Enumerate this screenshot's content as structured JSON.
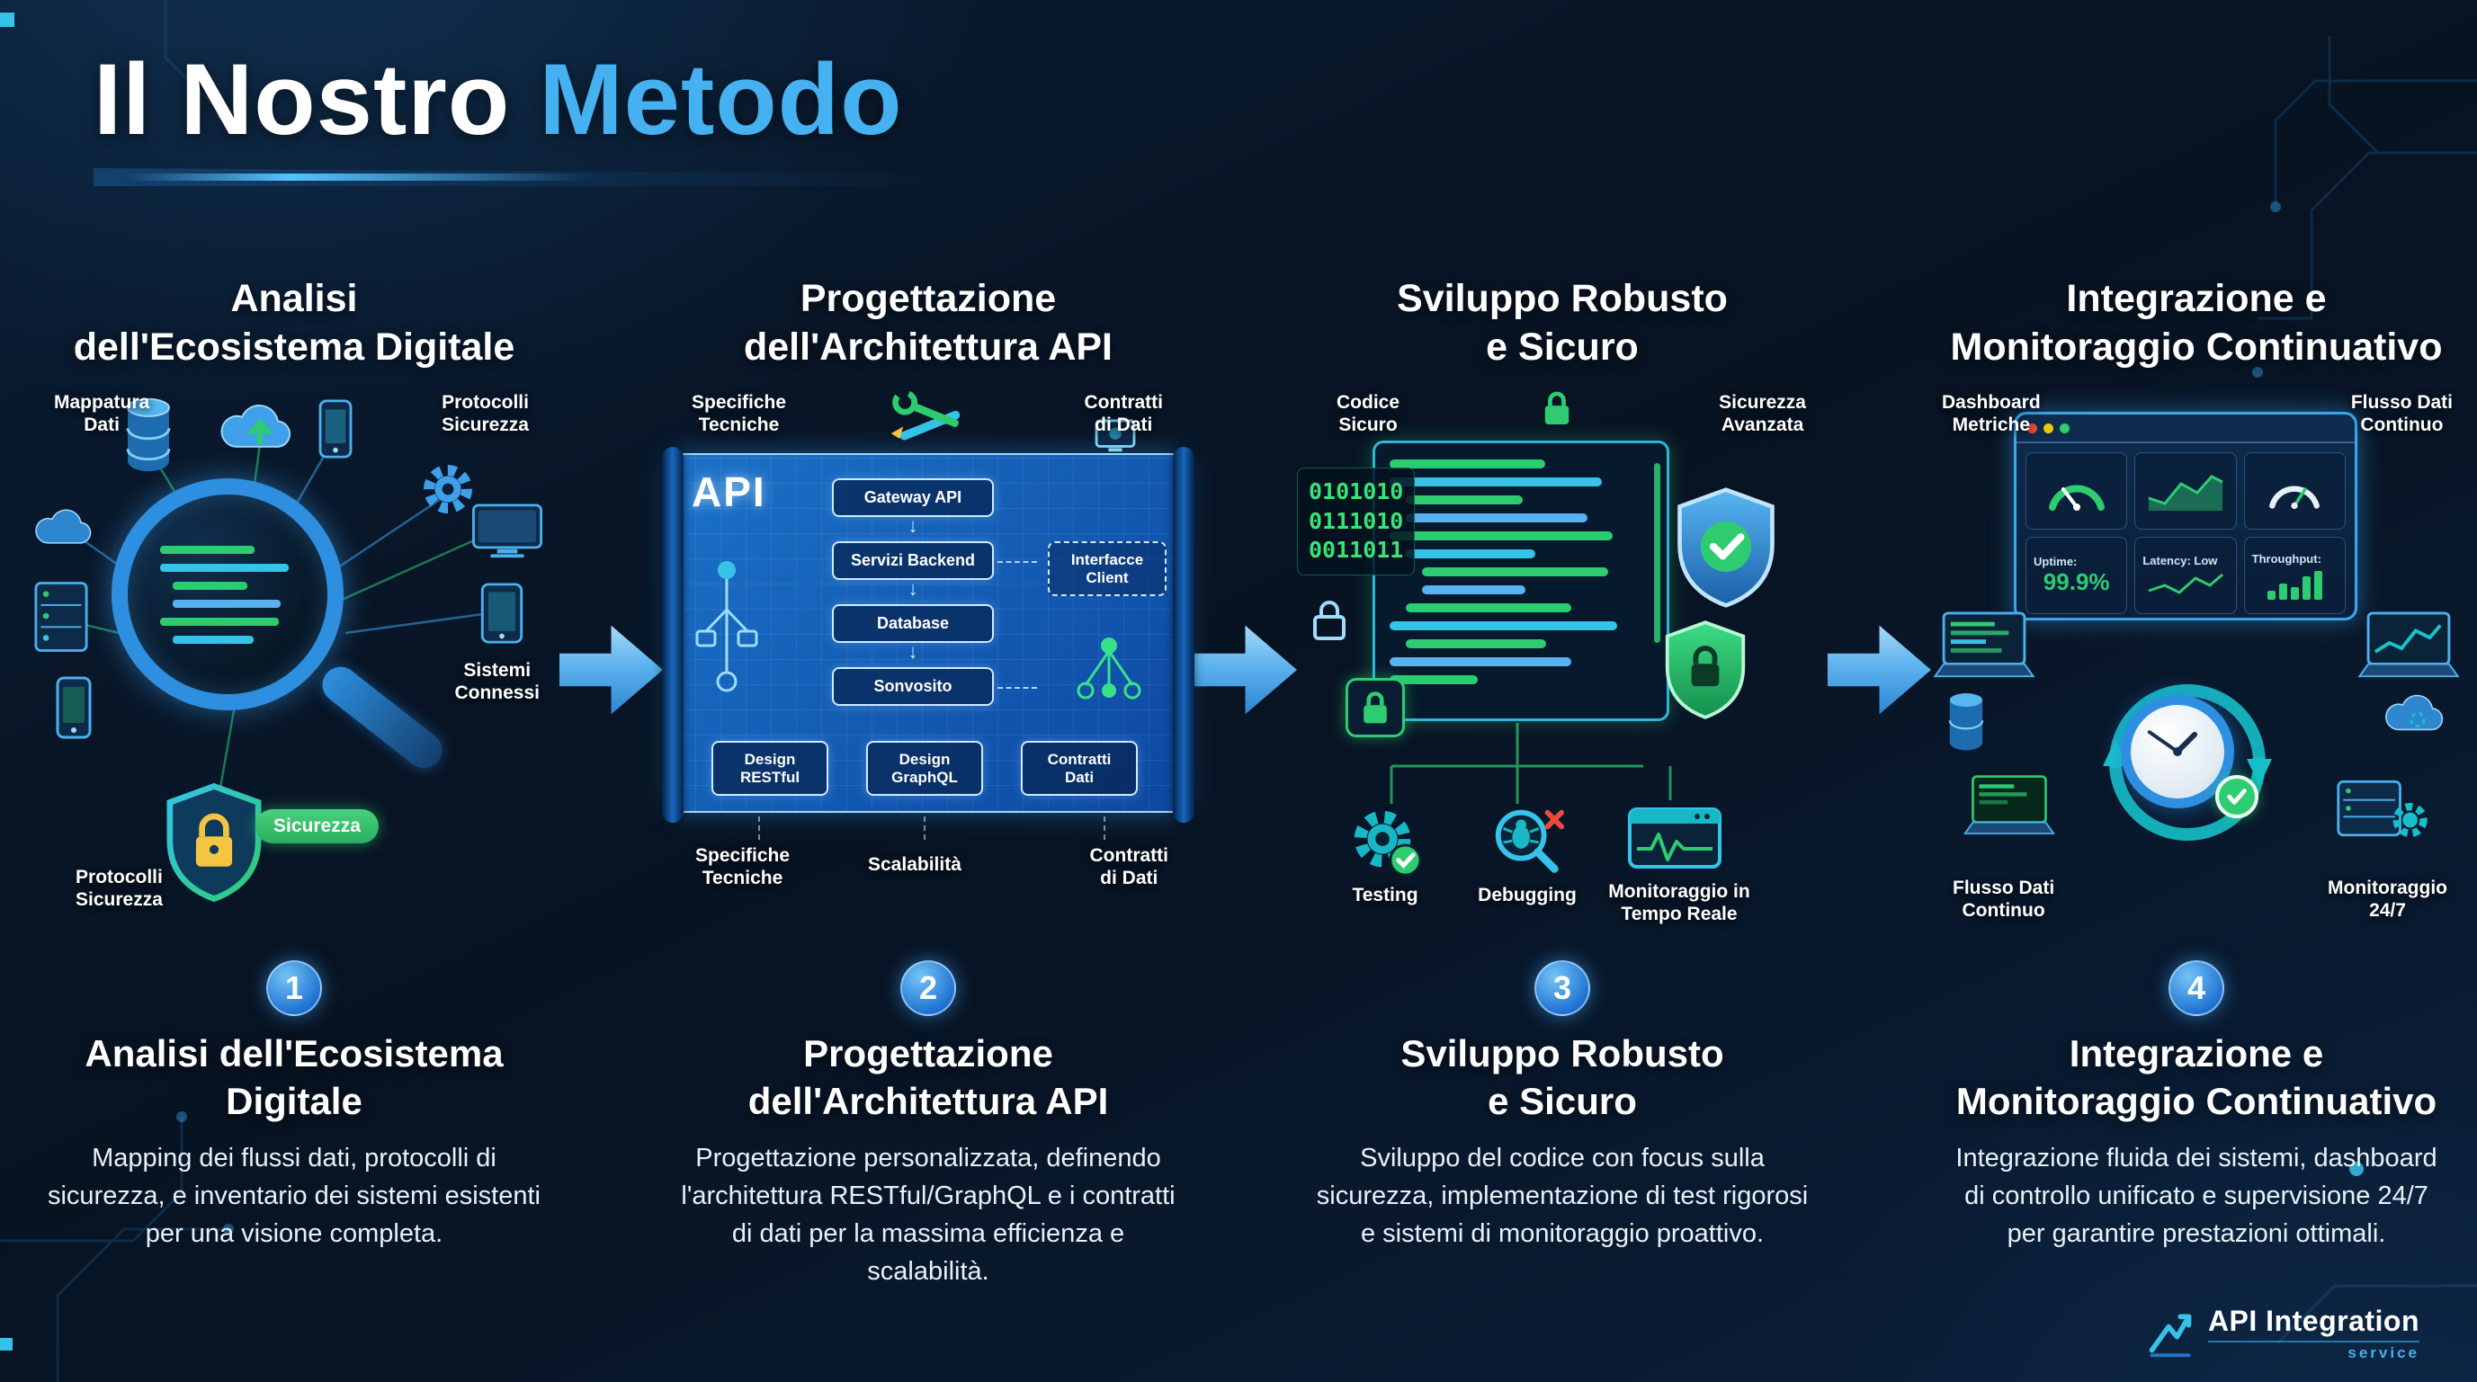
{
  "header": {
    "title_primary": "Il Nostro",
    "title_accent": "Metodo"
  },
  "colors": {
    "background": "#081524",
    "accent_blue": "#45b1f0",
    "accent_green": "#2ecc71"
  },
  "steps": [
    {
      "badge": "1",
      "top_title": "Analisi\ndell'Ecosistema Digitale",
      "bottom_title": "Analisi dell'Ecosistema\nDigitale",
      "description": "Mapping dei flussi dati, protocolli di sicurezza, e inventario dei sistemi esistenti per una visione completa.",
      "callout_top_left": "Mappatura\nDati",
      "callout_top_right": "Protocolli\nSicurezza",
      "callout_right": "Sistemi\nConnessi",
      "callout_bottom_left": "Protocolli\nSicurezza",
      "security_pill": "Sicurezza"
    },
    {
      "badge": "2",
      "top_title": "Progettazione\ndell'Architettura API",
      "bottom_title": "Progettazione\ndell'Architettura API",
      "description": "Progettazione personalizzata, definendo l'architettura RESTful/GraphQL e i contratti di dati per la massima efficienza e scalabilità.",
      "callout_top_left": "Specifiche\nTecniche",
      "callout_top_right": "Contratti\ndi Dati",
      "callout_bottom_left": "Specifiche\nTecniche",
      "callout_bottom_center": "Scalabilità",
      "callout_bottom_right": "Contratti\ndi Dati",
      "blueprint_title": "API",
      "flow_box_1": "Gateway API",
      "flow_box_2": "Servizi Backend",
      "flow_box_3": "Database",
      "flow_box_4": "Sonvosito",
      "side_box": "Interfacce\nClient",
      "design_box_1": "Design\nRESTful",
      "design_box_2": "Design\nGraphQL",
      "design_box_3": "Contratti\nDati"
    },
    {
      "badge": "3",
      "top_title": "Sviluppo Robusto\ne Sicuro",
      "bottom_title": "Sviluppo Robusto\ne Sicuro",
      "description": "Sviluppo del codice con focus sulla sicurezza, implementazione di test rigorosi e sistemi di monitoraggio proattivo.",
      "callout_top_left": "Codice\nSicuro",
      "callout_top_right": "Sicurezza\nAvanzata",
      "binary_code": "0101010\n0111010\n0011011",
      "label_testing": "Testing",
      "label_debugging": "Debugging",
      "label_monitoring": "Monitoraggio in\nTempo Reale"
    },
    {
      "badge": "4",
      "top_title": "Integrazione e\nMonitoraggio Continuativo",
      "bottom_title": "Integrazione e\nMonitoraggio Continuativo",
      "description": "Integrazione fluida dei sistemi, dashboard di controllo unificato e supervisione 24/7 per garantire prestazioni ottimali.",
      "callout_top_left": "Dashboard\nMetriche",
      "callout_top_right": "Flusso Dati\nContinuo",
      "callout_bottom_left": "Flusso Dati\nContinuo",
      "callout_bottom_right": "Monitoraggio\n24/7",
      "uptime_label": "Uptime:",
      "uptime_value": "99.9%",
      "latency_label": "Latency: Low",
      "throughput_label": "Throughput:"
    }
  ],
  "footer": {
    "brand": "API Integration",
    "brand_sub": "service"
  }
}
